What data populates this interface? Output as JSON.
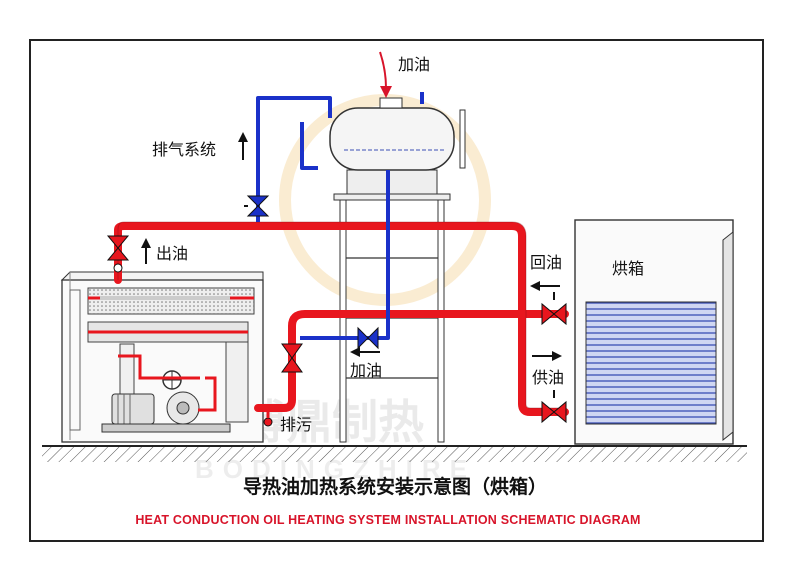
{
  "labels": {
    "fill_oil_top": "加油",
    "exhaust_system": "排气系统",
    "oil_out": "出油",
    "return_oil": "回油",
    "oven": "烘箱",
    "fill_oil_mid": "加油",
    "supply_oil": "供油",
    "drain": "排污"
  },
  "title": "导热油加热系统安装示意图（烘箱）",
  "subtitle": "HEAT CONDUCTION OIL HEATING SYSTEM INSTALLATION SCHEMATIC DIAGRAM",
  "watermark": {
    "cn": "博鼎制热",
    "en": "BODINGZHIRE"
  },
  "colors": {
    "hot_pipe": "#e8161e",
    "cold_pipe": "#1a31c9",
    "accent_red": "#d8142a",
    "watermark_ring": "#f3d59c"
  }
}
